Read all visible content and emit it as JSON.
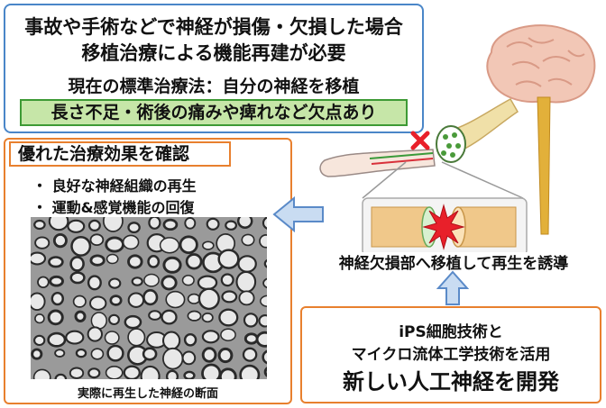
{
  "top": {
    "line1": "事故や手術などで神経が損傷・欠損した場合",
    "line2": "移植治療による機能再建が必要",
    "line3": "現在の標準治療法：自分の神経を移植",
    "green": "長さ不足・術後の痛みや痺れなど欠点あり"
  },
  "left": {
    "title": "優れた治療効果を確認",
    "bullets": [
      "良好な神経組織の再生",
      "運動&感覚機能の回復"
    ],
    "caption": "実際に再生した神経の断面"
  },
  "middle": {
    "label": "神経欠損部へ移植して再生を誘導"
  },
  "right": {
    "line1": "iPS細胞技術と",
    "line2": "マイクロ流体工学技術を活用",
    "line3": "新しい人工神経を開発"
  },
  "colors": {
    "blue_border": "#4a86c8",
    "orange_border": "#e8802e",
    "green_fill": "#c6e6a8",
    "green_border": "#3d9a35",
    "arrow_fill": "#c9dcf2",
    "arrow_border": "#5a8ac8",
    "alert_red": "#e8202a"
  }
}
